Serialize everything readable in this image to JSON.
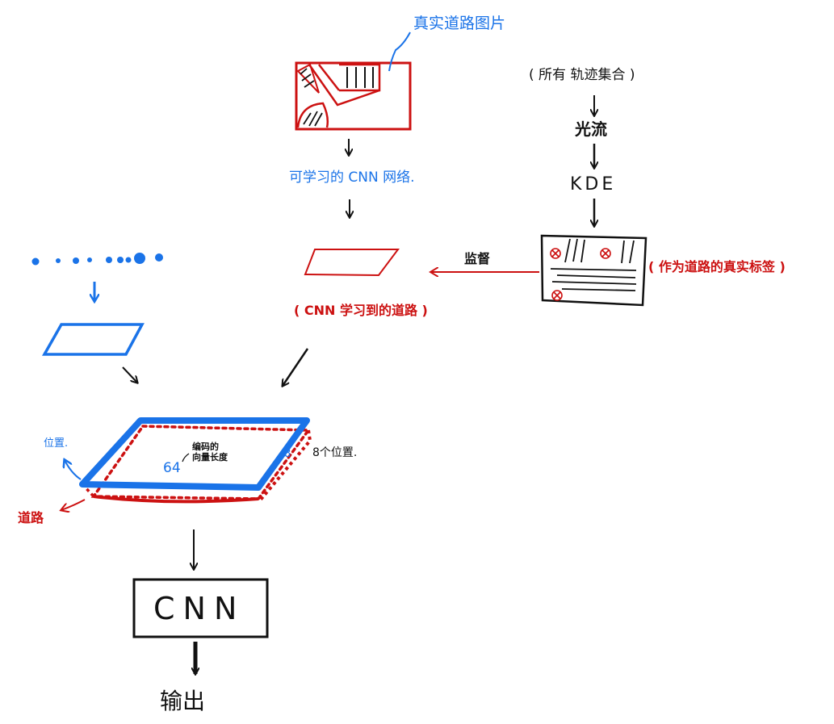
{
  "labels": {
    "real_road_image": "真实道路图片",
    "learnable_cnn": "可学习的 CNN 网络.",
    "cnn_learned_road": "( CNN 学习到的道路 )",
    "all_trajectories": "( 所有 轨迹集合 )",
    "optical_flow": "光流",
    "kde": "KDE",
    "supervision": "监督",
    "as_true_label": "( 作为道路的真实标签 )",
    "position": "位置.",
    "road": "道路",
    "encoding_vector_length": "编码的\n向量长度",
    "dim_64": "64",
    "dim_8": "8",
    "dim_8_position": "8个位置.",
    "cnn_box": "CNN",
    "output": "输出"
  },
  "colors": {
    "blue": "#1a73e8",
    "red": "#cc1111",
    "black": "#111111"
  }
}
